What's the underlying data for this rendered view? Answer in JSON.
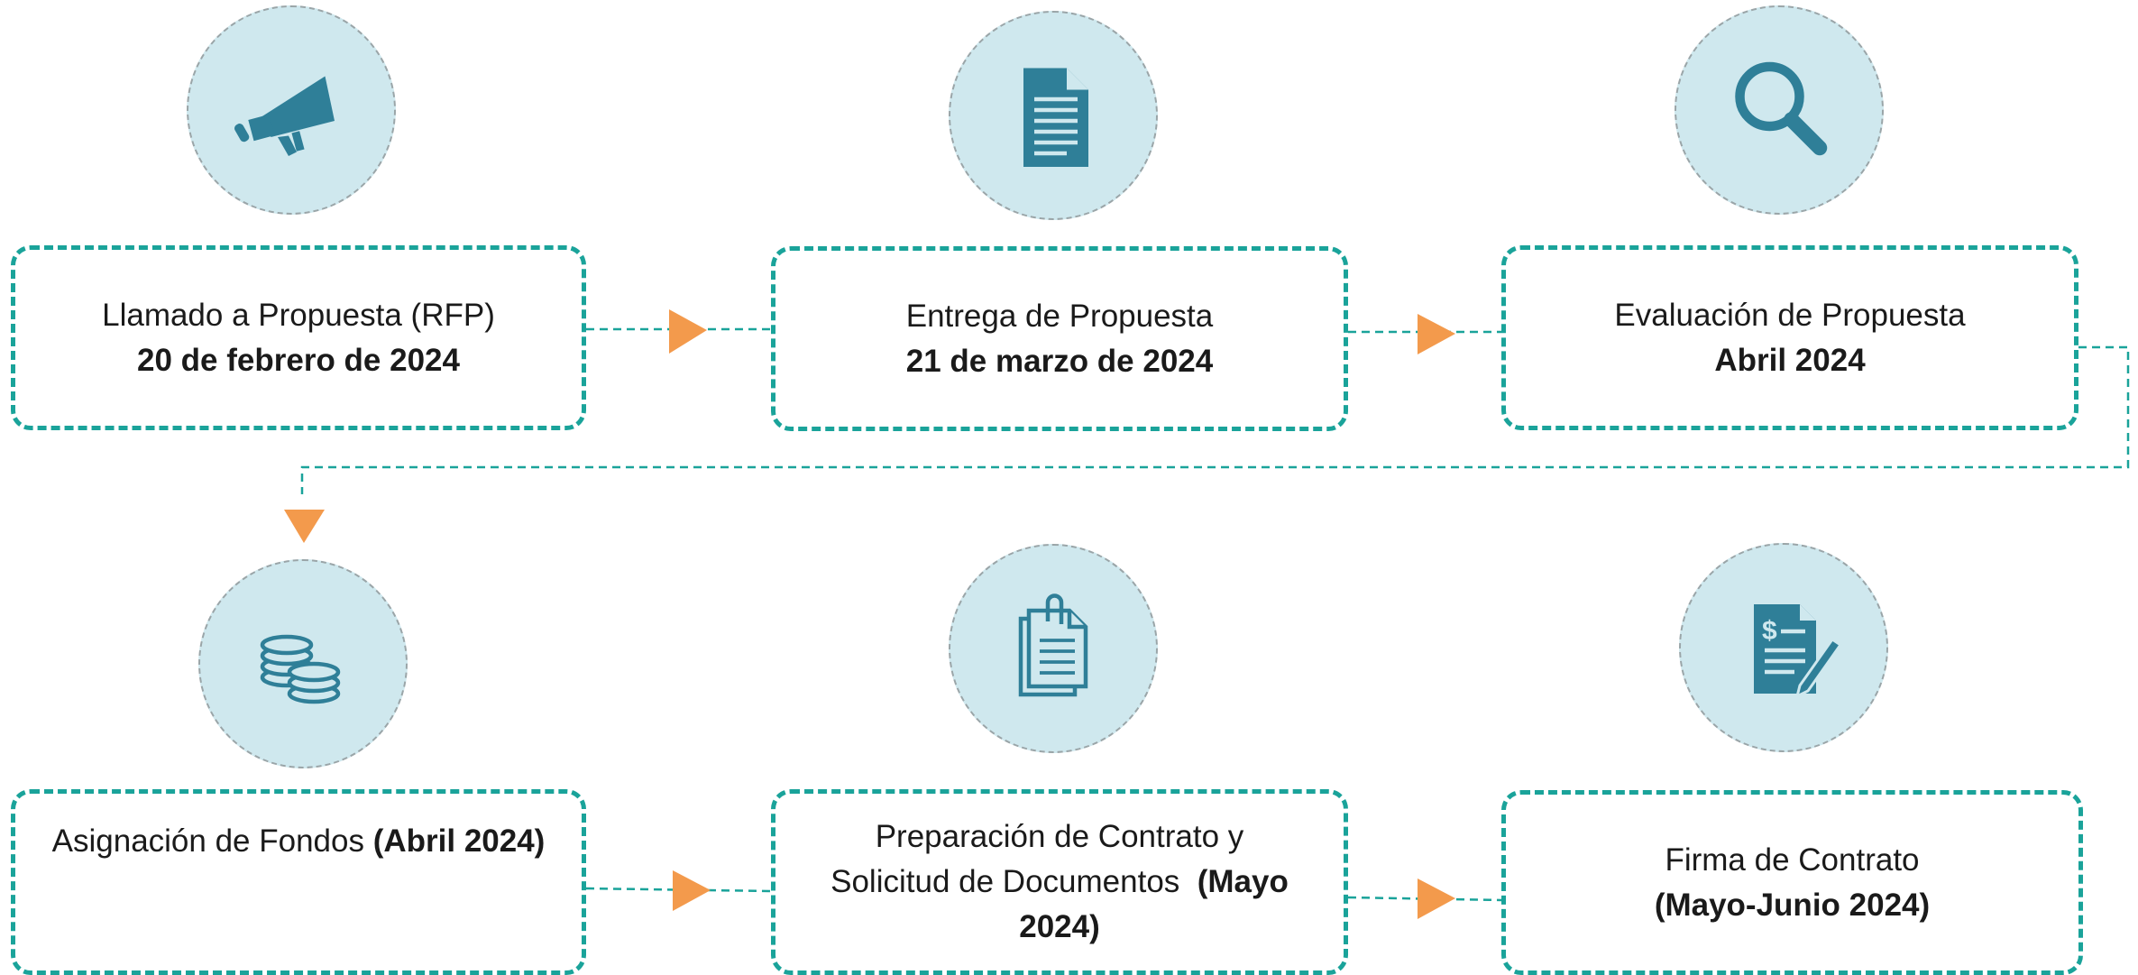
{
  "colors": {
    "accent_teal": "#1aa39a",
    "arrow_orange": "#f39a4c",
    "circle_fill": "#cfe8ee",
    "icon_blue": "#2f7f98"
  },
  "steps": [
    {
      "title": "Llamado a Propuesta (RFP)",
      "date": "20 de febrero de 2024",
      "icon": "megaphone-icon"
    },
    {
      "title": "Entrega de Propuesta",
      "date": "21 de marzo de 2024",
      "icon": "document-icon"
    },
    {
      "title": "Evaluación de Propuesta",
      "date": "Abril 2024",
      "icon": "magnifier-icon"
    },
    {
      "title": "Asignación de Fondos ",
      "date": "(Abril 2024)",
      "icon": "coins-icon"
    },
    {
      "title_line1": "Preparación de Contrato y",
      "title_line2": "Solicitud de Documentos ",
      "date_part1": "(Mayo",
      "date_part2": "2024)",
      "icon": "clipboard-icon"
    },
    {
      "title": "Firma de Contrato",
      "date": "(Mayo-Junio 2024)",
      "icon": "signed-contract-icon"
    }
  ]
}
